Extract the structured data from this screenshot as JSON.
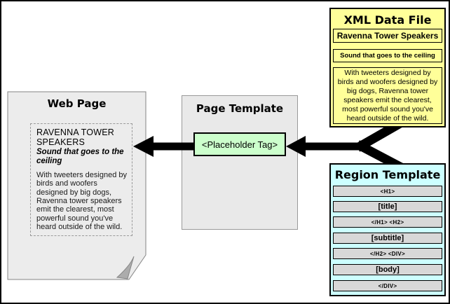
{
  "web_page": {
    "title": "Web Page",
    "heading": "RAVENNA TOWER SPEAKERS",
    "subtitle": "Sound that goes to the ceiling",
    "body": "With tweeters designed by birds and woofers designed by big dogs, Ravenna tower speakers emit the clearest, most powerful sound you've heard outside of the wild."
  },
  "page_template": {
    "title": "Page Template",
    "placeholder": "<Placeholder Tag>"
  },
  "xml_data_file": {
    "title": "XML Data File",
    "fields": [
      "Ravenna Tower Speakers",
      "Sound that goes to the ceiling",
      "With tweeters designed by birds and woofers designed by big dogs, Ravenna tower speakers emit the clearest, most powerful sound you've heard outside of the wild."
    ]
  },
  "region_template": {
    "title": "Region Template",
    "rows": [
      "<H1>",
      "[title]",
      "</H1> <H2>",
      "[subtitle]",
      "</H2> <DIV>",
      "[body]",
      "</DIV>"
    ]
  },
  "colors": {
    "xml_box": "#FFFF99",
    "region_box": "#CCFFFF",
    "placeholder_box": "#CCFFCC",
    "panel_gray": "#E9E9E9",
    "row_gray": "#D8D8D8",
    "arrow": "#000000",
    "page_fill": "#ECECEC"
  }
}
